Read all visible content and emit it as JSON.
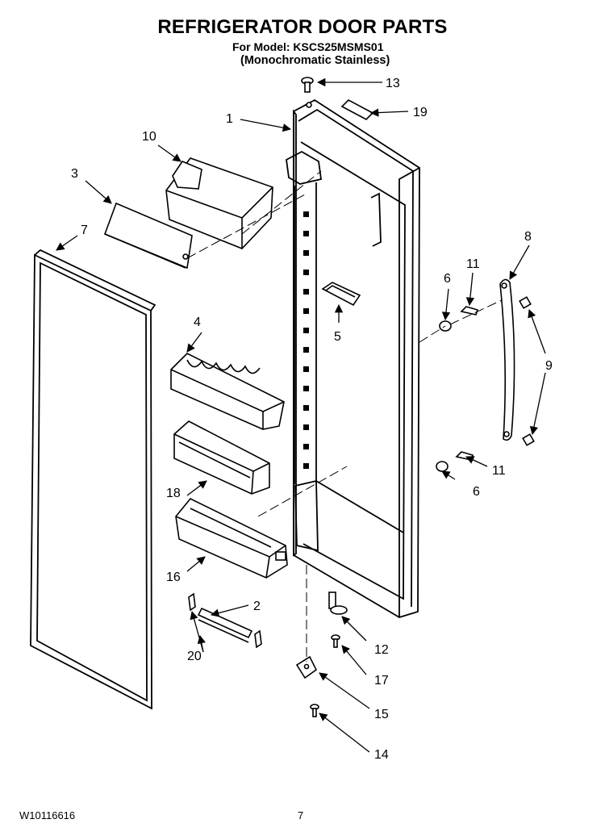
{
  "header": {
    "title": "REFRIGERATOR DOOR PARTS",
    "model_line": "For Model: KSCS25MSMS01",
    "finish_line": "(Monochromatic Stainless)"
  },
  "footer": {
    "document_number": "W10116616",
    "page_number": "7"
  },
  "callouts": {
    "door": "1",
    "trim_2": "2",
    "dairy_cover": "3",
    "egg_tray": "4",
    "cap_5": "5",
    "spacer_top": "6",
    "spacer_bottom": "6",
    "gasket": "7",
    "handle": "8",
    "set_screw": "9",
    "dairy_bin": "10",
    "screw_11_top": "11",
    "screw_11_bottom": "11",
    "hinge_pin_12": "12",
    "plug_13": "13",
    "screw_14": "14",
    "hinge_15": "15",
    "door_bin_16": "16",
    "screw_17": "17",
    "door_bin_18": "18",
    "nameplate_19": "19",
    "clip_20": "20"
  }
}
